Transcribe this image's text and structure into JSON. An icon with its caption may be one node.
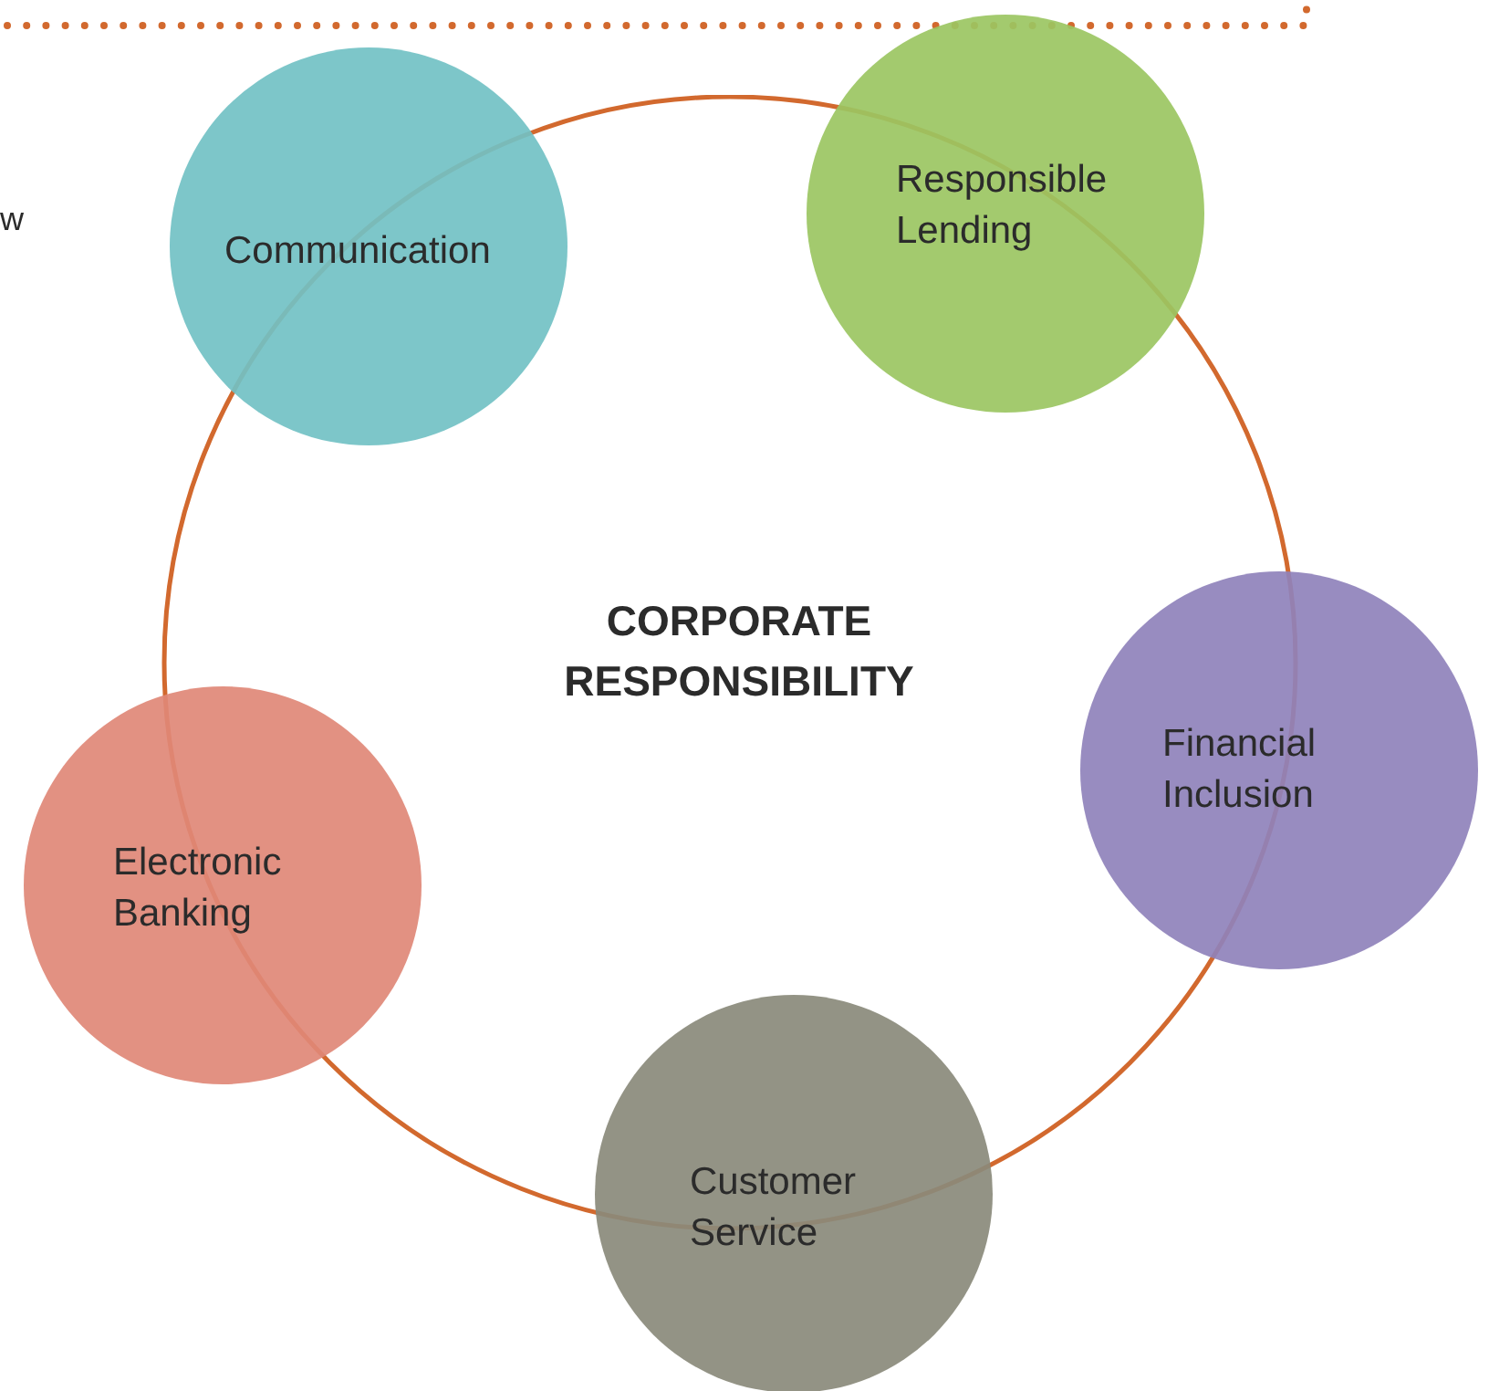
{
  "diagram": {
    "nodes": [
      {
        "text": [
          "CORPORATE RESPONSIBILITY"
        ]
      },
      {
        "text": [
          "Communication"
        ]
      },
      {
        "text": [
          "Responsible Lending"
        ]
      },
      {
        "text": [
          "Financial Inclusion"
        ]
      },
      {
        "text": [
          "Electronic Banking"
        ]
      },
      {
        "text": [
          "Customer Service"
        ]
      }
    ],
    "edges": [],
    "labels": [
      "w"
    ]
  }
}
